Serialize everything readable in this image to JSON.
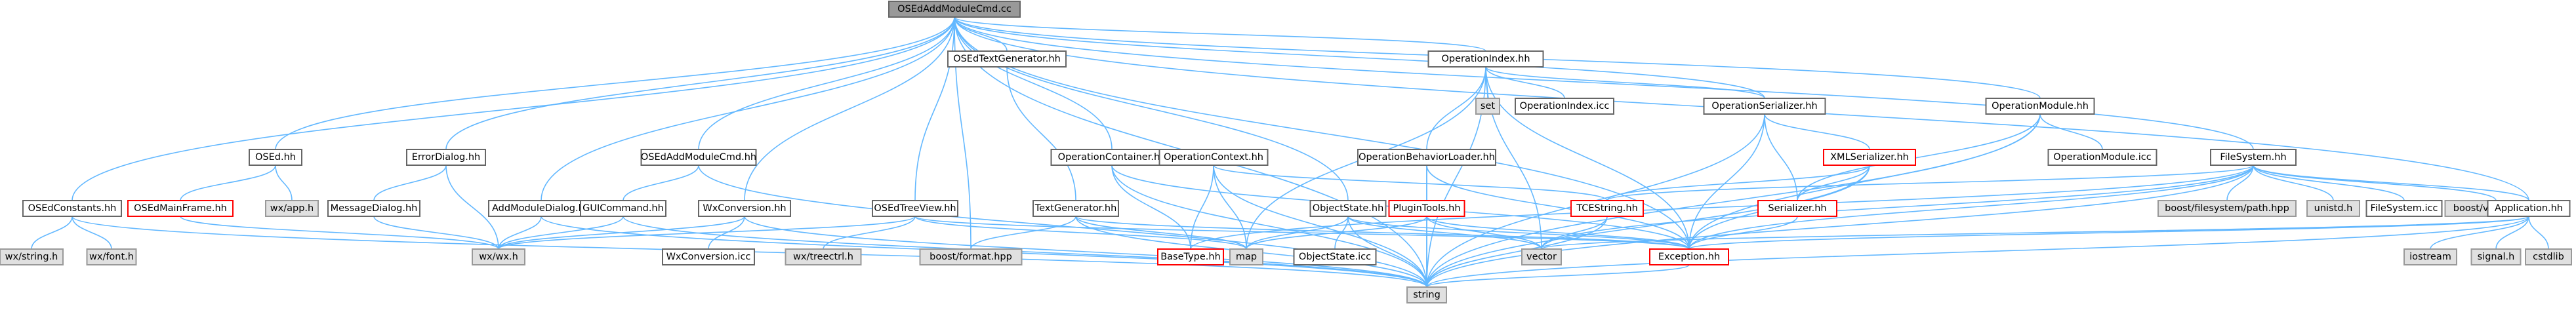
{
  "palette": {
    "root_fill": "#999999",
    "node_fill": "#ffffff",
    "node_stroke": "#666666",
    "external_fill": "#e0e0e0",
    "external_stroke": "#999999",
    "red_stroke": "#ff0000",
    "edge": "#63b8ff"
  },
  "nodes": [
    {
      "id": "root",
      "label": "OSEdAddModuleCmd.cc",
      "kind": "root"
    },
    {
      "id": "osedtextgen",
      "label": "OSEdTextGenerator.hh",
      "kind": "normal"
    },
    {
      "id": "opindex",
      "label": "OperationIndex.hh",
      "kind": "normal"
    },
    {
      "id": "set",
      "label": "set",
      "kind": "external"
    },
    {
      "id": "opindexicc",
      "label": "OperationIndex.icc",
      "kind": "normal"
    },
    {
      "id": "opser",
      "label": "OperationSerializer.hh",
      "kind": "normal"
    },
    {
      "id": "opmod",
      "label": "OperationModule.hh",
      "kind": "normal"
    },
    {
      "id": "opcontainer",
      "label": "OperationContainer.hh",
      "kind": "normal"
    },
    {
      "id": "osed",
      "label": "OSEd.hh",
      "kind": "normal"
    },
    {
      "id": "errdlg",
      "label": "ErrorDialog.hh",
      "kind": "normal"
    },
    {
      "id": "osedaddcmd",
      "label": "OSEdAddModuleCmd.hh",
      "kind": "normal"
    },
    {
      "id": "opbehload",
      "label": "OperationBehaviorLoader.hh",
      "kind": "normal"
    },
    {
      "id": "xmlser",
      "label": "XMLSerializer.hh",
      "kind": "red"
    },
    {
      "id": "opmodicc",
      "label": "OperationModule.icc",
      "kind": "normal"
    },
    {
      "id": "filesys",
      "label": "FileSystem.hh",
      "kind": "normal"
    },
    {
      "id": "opctx",
      "label": "OperationContext.hh",
      "kind": "normal"
    },
    {
      "id": "osedconst",
      "label": "OSEdConstants.hh",
      "kind": "normal"
    },
    {
      "id": "osedmainframe",
      "label": "OSEdMainFrame.hh",
      "kind": "red"
    },
    {
      "id": "wxapp",
      "label": "wx/app.h",
      "kind": "external"
    },
    {
      "id": "msgdlg",
      "label": "MessageDialog.hh",
      "kind": "normal"
    },
    {
      "id": "addmoddlg",
      "label": "AddModuleDialog.hh",
      "kind": "normal"
    },
    {
      "id": "guicmd",
      "label": "GUICommand.hh",
      "kind": "normal"
    },
    {
      "id": "wxconv",
      "label": "WxConversion.hh",
      "kind": "normal"
    },
    {
      "id": "osedtreeview",
      "label": "OSEdTreeView.hh",
      "kind": "normal"
    },
    {
      "id": "textgen",
      "label": "TextGenerator.hh",
      "kind": "normal"
    },
    {
      "id": "objstate",
      "label": "ObjectState.hh",
      "kind": "normal"
    },
    {
      "id": "plugintools",
      "label": "PluginTools.hh",
      "kind": "red"
    },
    {
      "id": "tcestring",
      "label": "TCEString.hh",
      "kind": "red"
    },
    {
      "id": "serializer",
      "label": "Serializer.hh",
      "kind": "red"
    },
    {
      "id": "boostfs",
      "label": "boost/filesystem/path.hpp",
      "kind": "external"
    },
    {
      "id": "unistd",
      "label": "unistd.h",
      "kind": "external"
    },
    {
      "id": "fsicc",
      "label": "FileSystem.icc",
      "kind": "normal"
    },
    {
      "id": "boostver",
      "label": "boost/version.hpp",
      "kind": "external"
    },
    {
      "id": "application",
      "label": "Application.hh",
      "kind": "normal"
    },
    {
      "id": "wxstring",
      "label": "wx/string.h",
      "kind": "external"
    },
    {
      "id": "wxfont",
      "label": "wx/font.h",
      "kind": "external"
    },
    {
      "id": "wxwx",
      "label": "wx/wx.h",
      "kind": "external"
    },
    {
      "id": "wxconvicc",
      "label": "WxConversion.icc",
      "kind": "normal"
    },
    {
      "id": "wxtreectrl",
      "label": "wx/treectrl.h",
      "kind": "external"
    },
    {
      "id": "boostformat",
      "label": "boost/format.hpp",
      "kind": "external"
    },
    {
      "id": "basetype",
      "label": "BaseType.hh",
      "kind": "red"
    },
    {
      "id": "map",
      "label": "map",
      "kind": "external"
    },
    {
      "id": "objstateicc",
      "label": "ObjectState.icc",
      "kind": "normal"
    },
    {
      "id": "vector",
      "label": "vector",
      "kind": "external"
    },
    {
      "id": "exception",
      "label": "Exception.hh",
      "kind": "red"
    },
    {
      "id": "iostream",
      "label": "iostream",
      "kind": "external"
    },
    {
      "id": "signal",
      "label": "signal.h",
      "kind": "external"
    },
    {
      "id": "cstdlib",
      "label": "cstdlib",
      "kind": "external"
    },
    {
      "id": "string",
      "label": "string",
      "kind": "external"
    }
  ],
  "edges": [
    [
      "root",
      "osedtextgen"
    ],
    [
      "root",
      "opindex"
    ],
    [
      "root",
      "opser"
    ],
    [
      "root",
      "opmod"
    ],
    [
      "root",
      "opcontainer"
    ],
    [
      "root",
      "osed"
    ],
    [
      "root",
      "errdlg"
    ],
    [
      "root",
      "osedaddcmd"
    ],
    [
      "root",
      "osedconst"
    ],
    [
      "root",
      "addmoddlg"
    ],
    [
      "root",
      "wxconv"
    ],
    [
      "root",
      "osedtreeview"
    ],
    [
      "root",
      "objstate"
    ],
    [
      "root",
      "filesys"
    ],
    [
      "root",
      "application"
    ],
    [
      "root",
      "boostformat"
    ],
    [
      "root",
      "exception"
    ],
    [
      "root",
      "string"
    ],
    [
      "osedtextgen",
      "textgen"
    ],
    [
      "opindex",
      "set"
    ],
    [
      "opindex",
      "opindexicc"
    ],
    [
      "opindex",
      "opser"
    ],
    [
      "opindex",
      "opbehload"
    ],
    [
      "opindex",
      "exception"
    ],
    [
      "opindex",
      "map"
    ],
    [
      "opindex",
      "vector"
    ],
    [
      "opindex",
      "string"
    ],
    [
      "opser",
      "xmlser"
    ],
    [
      "opser",
      "serializer"
    ],
    [
      "opser",
      "exception"
    ],
    [
      "opser",
      "string"
    ],
    [
      "opmod",
      "opmodicc"
    ],
    [
      "opmod",
      "serializer"
    ],
    [
      "opmod",
      "exception"
    ],
    [
      "opmod",
      "string"
    ],
    [
      "opcontainer",
      "opctx"
    ],
    [
      "opcontainer",
      "basetype"
    ],
    [
      "opcontainer",
      "exception"
    ],
    [
      "opcontainer",
      "string"
    ],
    [
      "opbehload",
      "plugintools"
    ],
    [
      "opbehload",
      "exception"
    ],
    [
      "opbehload",
      "string"
    ],
    [
      "xmlser",
      "serializer"
    ],
    [
      "xmlser",
      "tcestring"
    ],
    [
      "xmlser",
      "exception"
    ],
    [
      "xmlser",
      "string"
    ],
    [
      "filesys",
      "tcestring"
    ],
    [
      "filesys",
      "boostfs"
    ],
    [
      "filesys",
      "unistd"
    ],
    [
      "filesys",
      "fsicc"
    ],
    [
      "filesys",
      "boostver"
    ],
    [
      "filesys",
      "application"
    ],
    [
      "filesys",
      "exception"
    ],
    [
      "filesys",
      "vector"
    ],
    [
      "filesys",
      "string"
    ],
    [
      "filesys",
      "basetype"
    ],
    [
      "opctx",
      "basetype"
    ],
    [
      "opctx",
      "map"
    ],
    [
      "opctx",
      "tcestring"
    ],
    [
      "opctx",
      "string"
    ],
    [
      "osed",
      "osedmainframe"
    ],
    [
      "osed",
      "wxapp"
    ],
    [
      "errdlg",
      "msgdlg"
    ],
    [
      "errdlg",
      "wxwx"
    ],
    [
      "msgdlg",
      "wxwx"
    ],
    [
      "osedaddcmd",
      "guicmd"
    ],
    [
      "osedaddcmd",
      "string"
    ],
    [
      "guicmd",
      "wxwx"
    ],
    [
      "guicmd",
      "string"
    ],
    [
      "addmoddlg",
      "wxwx"
    ],
    [
      "addmoddlg",
      "string"
    ],
    [
      "osedconst",
      "wxstring"
    ],
    [
      "osedconst",
      "wxfont"
    ],
    [
      "osedconst",
      "string"
    ],
    [
      "osedmainframe",
      "wxwx"
    ],
    [
      "wxconv",
      "wxwx"
    ],
    [
      "wxconv",
      "wxconvicc"
    ],
    [
      "wxconv",
      "string"
    ],
    [
      "osedtreeview",
      "wxwx"
    ],
    [
      "osedtreeview",
      "wxtreectrl"
    ],
    [
      "osedtreeview",
      "map"
    ],
    [
      "osedtreeview",
      "exception"
    ],
    [
      "textgen",
      "boostformat"
    ],
    [
      "textgen",
      "map"
    ],
    [
      "textgen",
      "exception"
    ],
    [
      "textgen",
      "string"
    ],
    [
      "objstate",
      "objstateicc"
    ],
    [
      "objstate",
      "map"
    ],
    [
      "objstate",
      "vector"
    ],
    [
      "objstate",
      "exception"
    ],
    [
      "objstate",
      "string"
    ],
    [
      "plugintools",
      "map"
    ],
    [
      "plugintools",
      "vector"
    ],
    [
      "plugintools",
      "exception"
    ],
    [
      "plugintools",
      "string"
    ],
    [
      "tcestring",
      "vector"
    ],
    [
      "tcestring",
      "string"
    ],
    [
      "serializer",
      "exception"
    ],
    [
      "application",
      "iostream"
    ],
    [
      "application",
      "signal"
    ],
    [
      "application",
      "cstdlib"
    ],
    [
      "application",
      "vector"
    ],
    [
      "application",
      "exception"
    ],
    [
      "application",
      "string"
    ],
    [
      "exception",
      "string"
    ]
  ]
}
